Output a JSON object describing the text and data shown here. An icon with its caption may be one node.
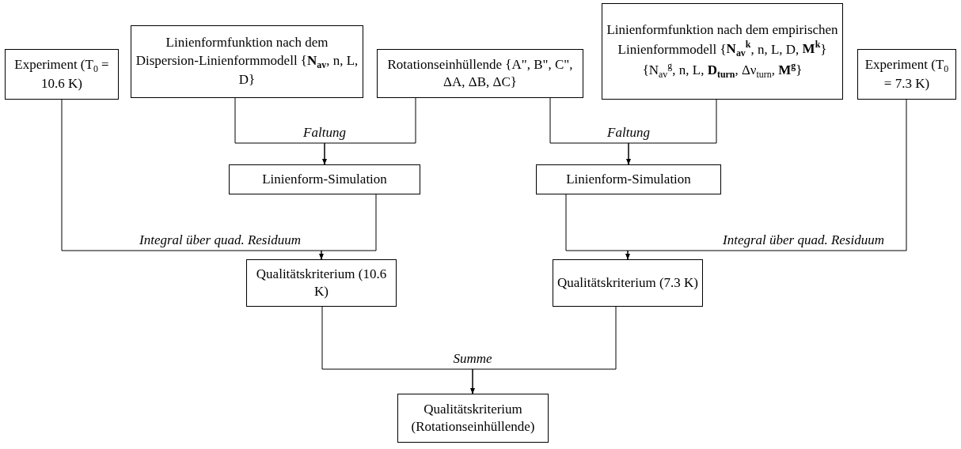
{
  "diagram": {
    "nodes": [
      {
        "text": [
          "Experiment (T$_{0}$ = 10.6 K)"
        ]
      },
      {
        "text": [
          "Linienformfunktion nach dem Dispersion-Linienformmodell {**N$_{av}$**, n, L, D}"
        ]
      },
      {
        "text": [
          "Rotationseinhüllende {A\", B\", C\", ΔA, ΔB, ΔC}"
        ]
      },
      {
        "text": [
          "Linienformfunktion nach dem empirischen Linienformmodell {**N$_{av}$$^{k}$**, n, L, D, **M$^{k}$**} {N$_{av}$$^{g}$, n, L, **D$_{turn}$**, Δν$_{turn}$, **M$^{g}$**}"
        ]
      },
      {
        "text": [
          "Experiment (T$_{0}$ = 7.3 K)"
        ]
      },
      {
        "text": [
          "Linienform-Simulation"
        ]
      },
      {
        "text": [
          "Linienform-Simulation"
        ]
      },
      {
        "text": [
          "Qualitätskriterium (10.6 K)"
        ]
      },
      {
        "text": [
          "Qualitätskriterium (7.3 K)"
        ]
      },
      {
        "text": [
          "Qualitätskriterium (Rotationseinhüllende)"
        ]
      }
    ],
    "edges": [
      {
        "from": 1,
        "to": 5,
        "arrow": "to"
      },
      {
        "from": 2,
        "to": 5,
        "arrow": "to",
        "label": "Faltung"
      },
      {
        "from": 2,
        "to": 6,
        "arrow": "to"
      },
      {
        "from": 3,
        "to": 6,
        "arrow": "to",
        "label": "Faltung"
      },
      {
        "from": 0,
        "to": 7,
        "arrow": "to",
        "label": "Integral über quad. Residuum"
      },
      {
        "from": 5,
        "to": 7,
        "arrow": "to"
      },
      {
        "from": 6,
        "to": 8,
        "arrow": "to"
      },
      {
        "from": 4,
        "to": 8,
        "arrow": "to",
        "label": "Integral über quad. Residuum"
      },
      {
        "from": 7,
        "to": 9,
        "arrow": "to"
      },
      {
        "from": 8,
        "to": 9,
        "arrow": "to",
        "label": "Summe"
      }
    ]
  }
}
